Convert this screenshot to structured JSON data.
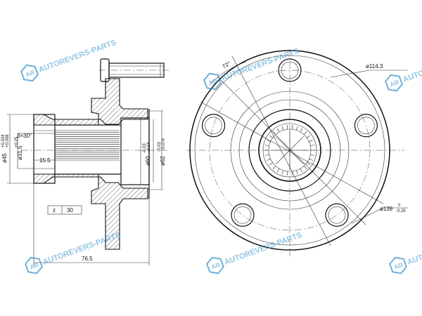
{
  "watermark": {
    "brand_text": "AUTOREVERS-PARTS",
    "logo_letters": "AR",
    "color": "#2f8fc9"
  },
  "side_view": {
    "spline_table": {
      "label": "z",
      "value": "30"
    },
    "dims": {
      "flange_diameter": "ø45",
      "flange_tolerance_upper": "+0.024",
      "flange_tolerance_lower": "+0.008",
      "chamfer": "3×30°",
      "spline_diameter": "ø31.5",
      "spline_tolerance": "+0.25",
      "spline_length": "15.5",
      "pilot_diameter": "ø60",
      "pilot_tolerance": "-0.03",
      "pilot_tolerance_2": "-0.04",
      "seat_diameter": "ø62",
      "seat_tolerance": "-0.03",
      "seat_tolerance_2": "-0.074",
      "overall_length": "76.5"
    }
  },
  "front_view": {
    "dims": {
      "angle": "72°",
      "pcd": "ø114.3",
      "pcd_suffix": "",
      "outer_diameter": "ø139",
      "outer_tolerance_upper": "0",
      "outer_tolerance_lower": "-0.25"
    },
    "bolt_holes": 5,
    "spline_teeth": 30
  }
}
